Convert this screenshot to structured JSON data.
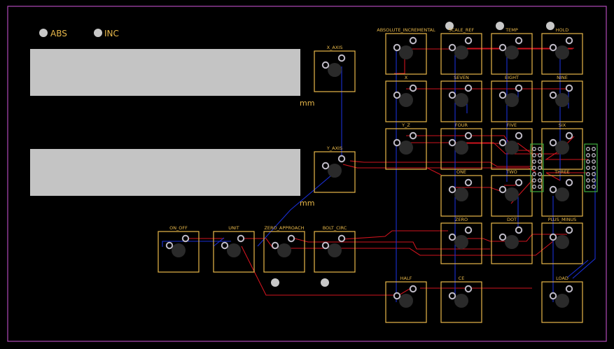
{
  "board": {
    "colors": {
      "background": "#000000",
      "outline": "#b04ab8",
      "silkscreen": "#e8b84a",
      "trace_top": "#d0141e",
      "trace_bottom": "#1a2fd4",
      "pad_ring": "#c0bcc8",
      "pad_hole": "#2a2a2a",
      "display": "#c4c4c4",
      "connector": "#3fae3f"
    },
    "indicators": [
      {
        "label": "ABS"
      },
      {
        "label": "INC"
      }
    ],
    "units": [
      "mm",
      "mm"
    ],
    "switches": [
      {
        "label": "ABSOLUTE_INCREMENTAL"
      },
      {
        "label": "SCALE_REF"
      },
      {
        "label": "TEMP"
      },
      {
        "label": "HOLD"
      },
      {
        "label": "X_AXIS"
      },
      {
        "label": "X"
      },
      {
        "label": "SEVEN"
      },
      {
        "label": "EIGHT"
      },
      {
        "label": "NINE"
      },
      {
        "label": "Y_Z"
      },
      {
        "label": "FOUR"
      },
      {
        "label": "FIVE"
      },
      {
        "label": "SIX"
      },
      {
        "label": "Y_AXIS"
      },
      {
        "label": "ONE"
      },
      {
        "label": "TWO"
      },
      {
        "label": "THREE"
      },
      {
        "label": "ON_OFF"
      },
      {
        "label": "UNIT"
      },
      {
        "label": "ZERO_APPROACH"
      },
      {
        "label": "BOLT_CIRC"
      },
      {
        "label": "ZERO"
      },
      {
        "label": "DOT"
      },
      {
        "label": "PLUS_MINUS"
      },
      {
        "label": "HALF"
      },
      {
        "label": "CE"
      },
      {
        "label": "LOAD"
      }
    ]
  }
}
